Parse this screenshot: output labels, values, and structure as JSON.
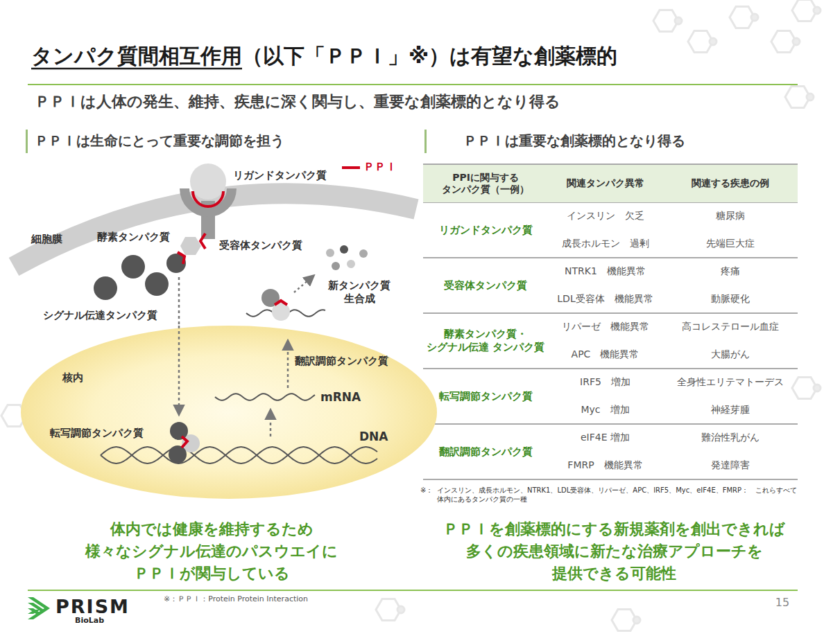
{
  "diagram": {
    "title": "タンパク質間相互作用（以下「ＰＰＩ」※）は有望な創薬標的",
    "nodes": [
      {
        "text": [
          "核内"
        ]
      },
      {
        "text": [
          "PPIに関与する タンパク質（一例）"
        ]
      },
      {
        "text": [
          "関連タンパク異常"
        ]
      },
      {
        "text": [
          "関連する疾患の例"
        ]
      }
    ],
    "labels": [
      "ＰＰＩは人体の発生、維持、疾患に深く関与し、重要な創薬標的となり得る",
      "ＰＰＩは生命にとって重要な調節を担う",
      "ＰＰＩは重要な創薬標的となり得る",
      "リガンドタンパク質",
      "細胞膜",
      "酵素タンパク質",
      "受容体タンパク質",
      "シグナル伝達タンパク質",
      "新タンパク質 生合成",
      "翻訳調節タンパク質",
      "mRNA",
      "転写調節タンパク質",
      "DNA",
      "リガンドタンパク質",
      "インスリン　欠乏",
      "糖尿病",
      "成長ホルモン　過剰",
      "先端巨大症",
      "受容体タンパク質",
      "NTRK1　機能異常",
      "疼痛",
      "LDL受容体　機能異常",
      "動脈硬化",
      "酵素タンパク質・ シグナル伝達 タンパク質",
      "リパーゼ　機能異常",
      "高コレステロール血症",
      "APC　機能異常",
      "大腸がん",
      "転写調節タンパク質",
      "IRF5　増加",
      "全身性エリテマトーデス",
      "Myc　増加",
      "神経芽腫",
      "翻訳調節タンパク質",
      "eIF4E 増加",
      "難治性乳がん",
      "FMRP　機能異常",
      "発達障害",
      "※：",
      "インスリン、成長ホルモン、NTRK1、LDL受容体、リパーゼ、APC、IRF5、Myc、eIF4E、FMRP：　これらすべて 体内にあるタンパク質の一種",
      "体内では健康を維持するため 様々なシグナル伝達のパスウエイに ＰＰＩが関与している",
      "ＰＰＩを創薬標的にする新規薬剤を創出できれば 多くの疾患領域に新たな治療アプローチを 提供できる可能性",
      "PRISM",
      "BioLab",
      "※：ＰＰＩ：Protein Protein Interaction",
      "15"
    ],
    "legend": [
      {
        "text": "ＰＰＩ"
      }
    ]
  }
}
